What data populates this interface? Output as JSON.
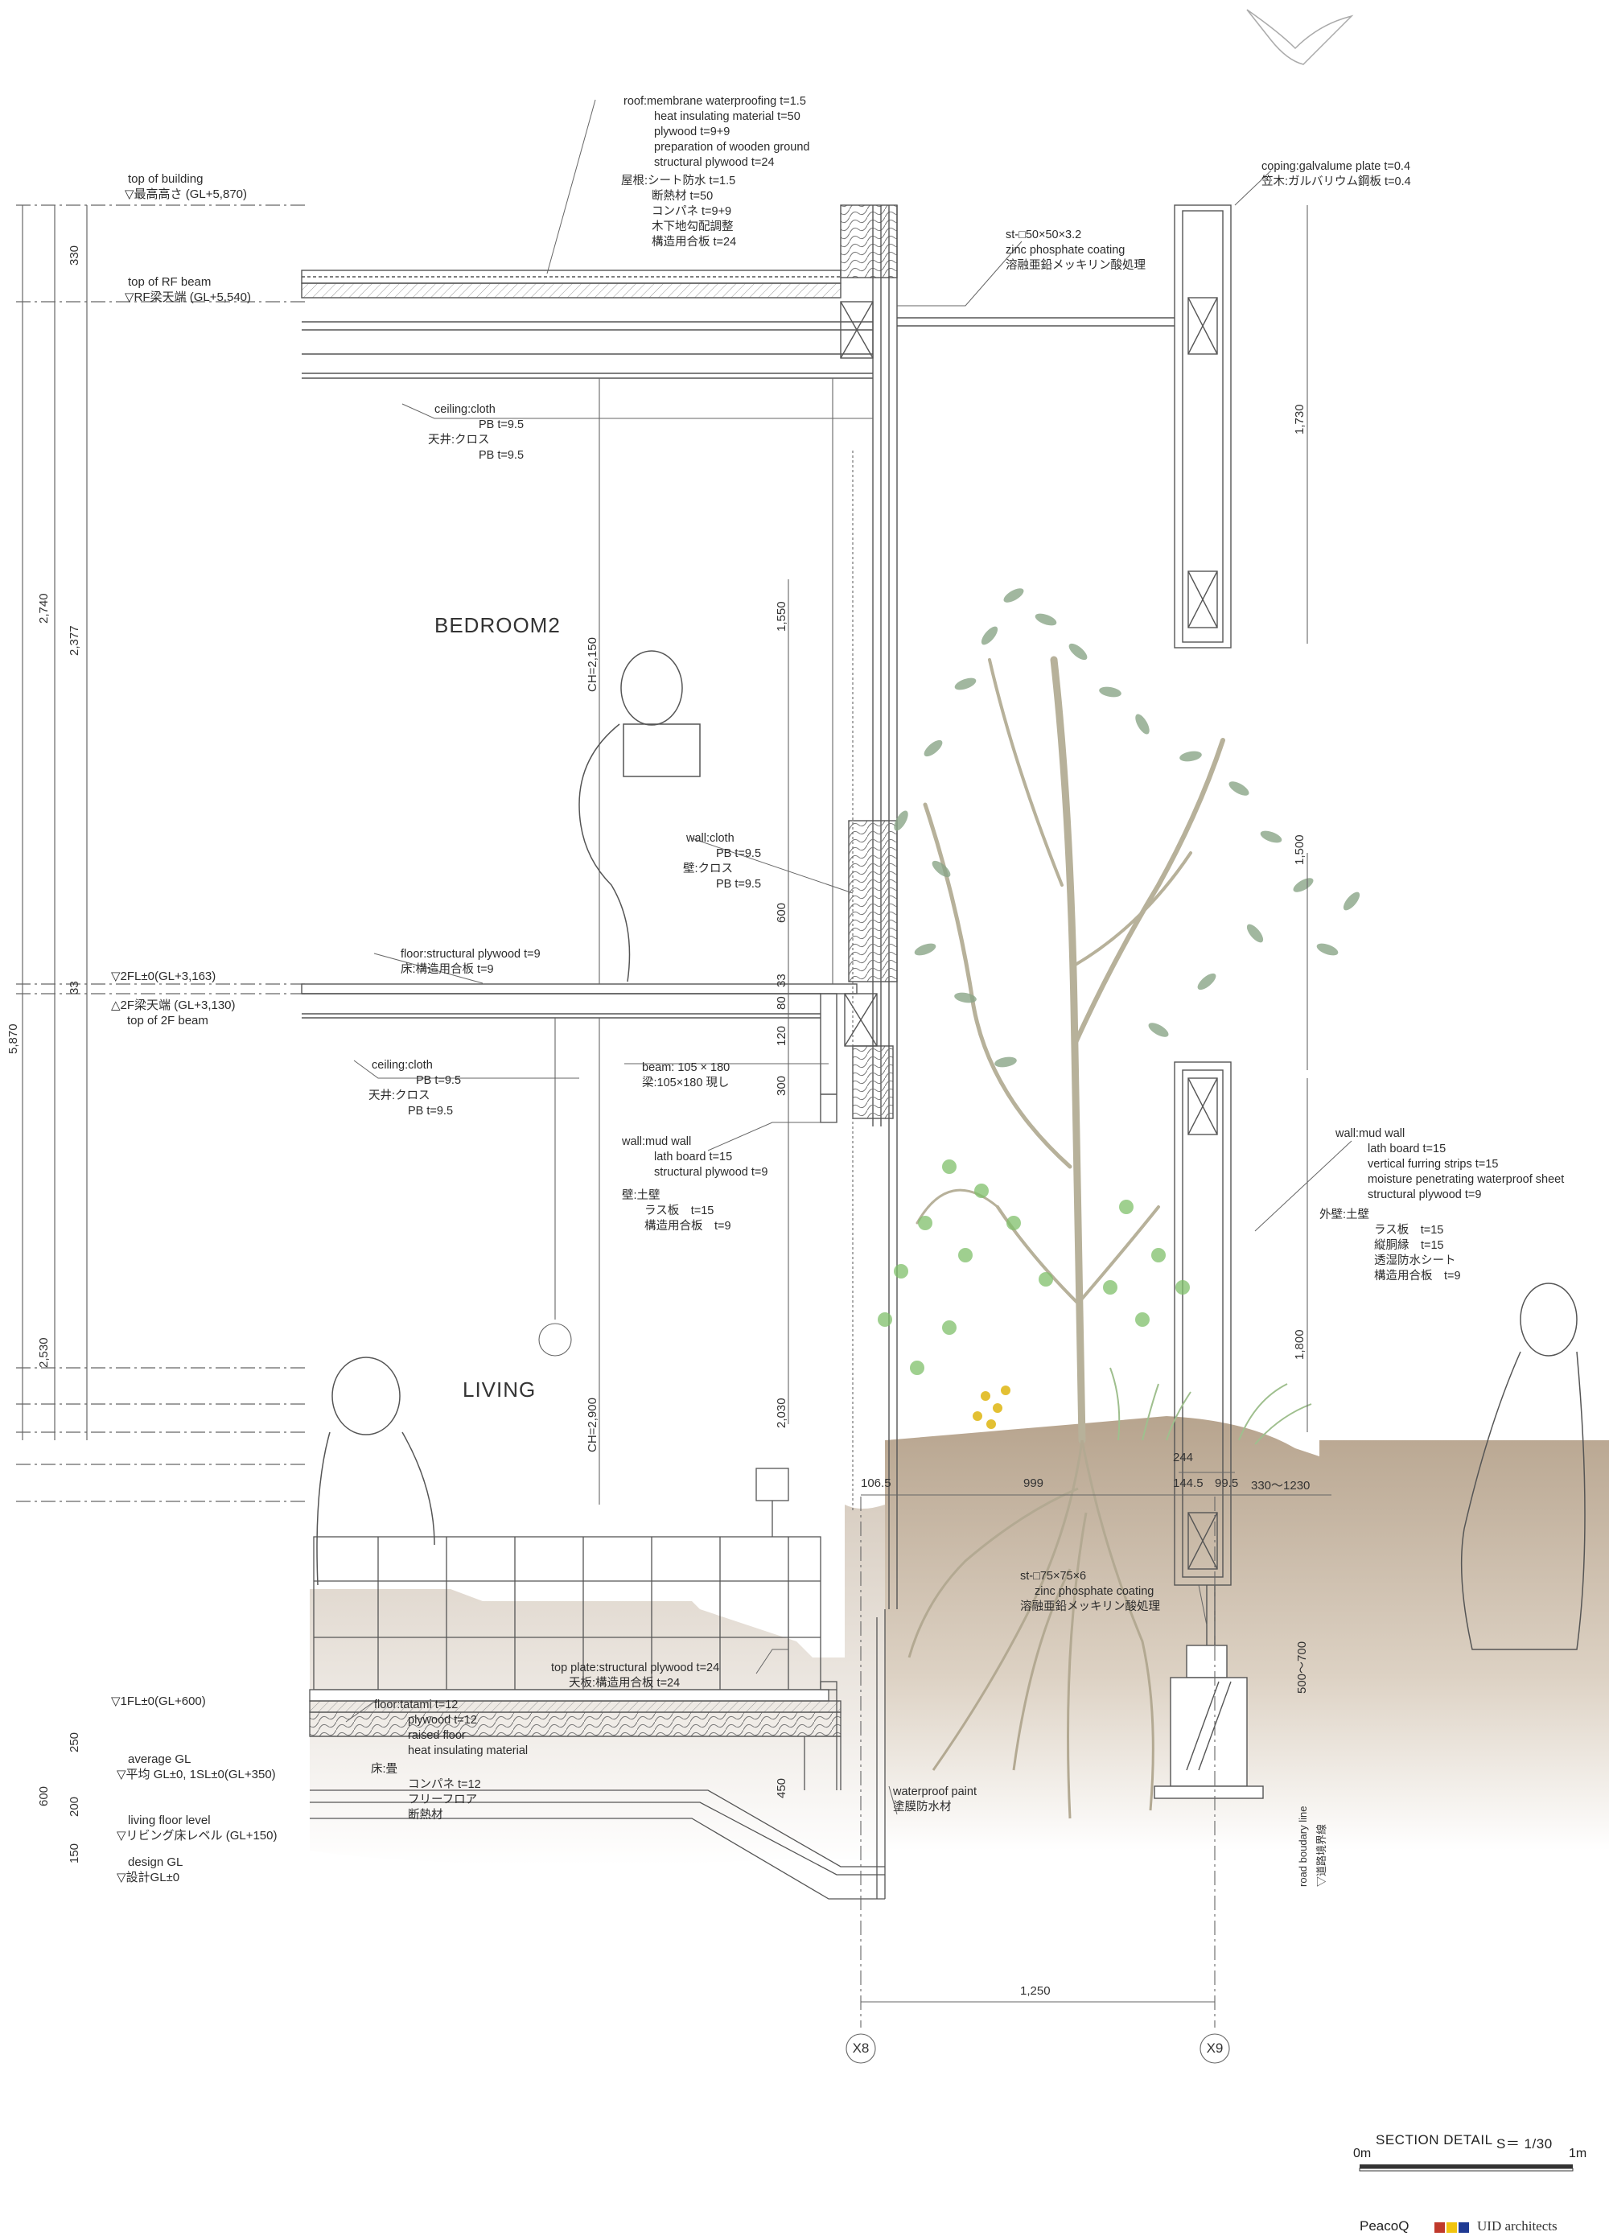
{
  "rooms": {
    "bedroom": "BEDROOM2",
    "living": "LIVING"
  },
  "notes": {
    "roof": [
      "roof:membrane waterproofing t=1.5",
      "heat insulating material t=50",
      "plywood t=9+9",
      "preparation of wooden ground",
      "structural plywood t=24"
    ],
    "roof_jp": [
      "屋根:シート防水 t=1.5",
      "断熱材 t=50",
      "コンパネ t=9+9",
      "木下地勾配調整",
      "構造用合板 t=24"
    ],
    "coping": [
      "coping:galvalume plate t=0.4",
      "笠木:ガルバリウム鋼板 t=0.4"
    ],
    "steel_top": [
      "st-□50×50×3.2",
      "zinc phosphate coating",
      "溶融亜鉛メッキリン酸処理"
    ],
    "ceiling2": [
      "ceiling:cloth",
      "PB t=9.5",
      "天井:クロス",
      "PB t=9.5"
    ],
    "wall2": [
      "wall:cloth",
      "PB t=9.5",
      "壁:クロス",
      "PB t=9.5"
    ],
    "floor2": [
      "floor:structural plywood t=9",
      "床:構造用合板 t=9"
    ],
    "ceiling1": [
      "ceiling:cloth",
      "PB t=9.5",
      "天井:クロス",
      "PB t=9.5"
    ],
    "beam": [
      "beam: 105 × 180",
      "梁:105×180 現し"
    ],
    "wall_mud_in": [
      "wall:mud wall",
      "lath board t=15",
      "structural plywood t=9",
      "壁:土壁",
      "ラス板　t=15",
      "構造用合板　t=9"
    ],
    "wall_mud_ext": [
      "wall:mud wall",
      "lath board t=15",
      "vertical furring strips t=15",
      "moisture penetrating waterproof sheet",
      "structural plywood t=9",
      "外壁:土壁",
      "ラス板　t=15",
      "縦胴縁　t=15",
      "透湿防水シート",
      "構造用合板　t=9"
    ],
    "top_plate": [
      "top plate:structural plywood t=24",
      "天板:構造用合板 t=24"
    ],
    "floor1": [
      "floor:tatami t=12",
      "plywood t=12",
      "raised floor",
      "heat insulating material",
      "床:畳",
      "コンパネ t=12",
      "フリーフロア",
      "断熱材"
    ],
    "steel_low": [
      "st-□75×75×6",
      "zinc phosphate coating",
      "溶融亜鉛メッキリン酸処理"
    ],
    "waterproof": [
      "waterproof paint",
      "塗膜防水材"
    ],
    "road": [
      "road boudary line",
      "▽道路境界線"
    ]
  },
  "levels": {
    "top_building": [
      "top of building",
      "▽最高高さ (GL+5,870)"
    ],
    "rf_beam": [
      "top of RF beam",
      "▽RF梁天端 (GL+5,540)"
    ],
    "fl2": [
      "▽2FL±0(GL+3,163)"
    ],
    "beam2": [
      "△2F梁天端 (GL+3,130)",
      "top of 2F beam"
    ],
    "fl1": [
      "▽1FL±0(GL+600)"
    ],
    "avg_gl": [
      "average GL",
      "▽平均 GL±0, 1SL±0(GL+350)"
    ],
    "living_floor": [
      "living floor level",
      "▽リビング床レベル (GL+150)"
    ],
    "design_gl": [
      "design GL",
      "▽設計GL±0"
    ]
  },
  "dims": {
    "d330": "330",
    "d2377": "2,377",
    "d2740": "2,740",
    "d5870": "5,870",
    "d33": "33",
    "d2530": "2,530",
    "d250": "250",
    "d200": "200",
    "d600": "600",
    "d150": "150",
    "ch2150": "CH=2,150",
    "ch2900": "CH=2,900",
    "d1550": "1,550",
    "d600b": "600",
    "d80": "80",
    "d33b": "33",
    "d120": "120",
    "d300": "300",
    "d2030": "2,030",
    "d450": "450",
    "d1730": "1,730",
    "d1500": "1,500",
    "d1800": "1,800",
    "d244": "244",
    "d1065": "106.5",
    "d999": "999",
    "d1445": "144.5",
    "d995": "99.5",
    "d330_1230": "330～1230",
    "d500_700": "500～700",
    "d1250": "1,250"
  },
  "grid": {
    "x8": "X8",
    "x9": "X9"
  },
  "footer": {
    "title": "SECTION DETAIL",
    "scale": "S＝ 1/30",
    "scale_start": "0m",
    "scale_end": "1m",
    "brand1": "PeacoQ",
    "brand2": "UID architects"
  },
  "colors": {
    "line": "#555555",
    "ground": "#b8a58f",
    "leaf_dark": "#7a9a78",
    "leaf_light": "#7fc06a"
  }
}
